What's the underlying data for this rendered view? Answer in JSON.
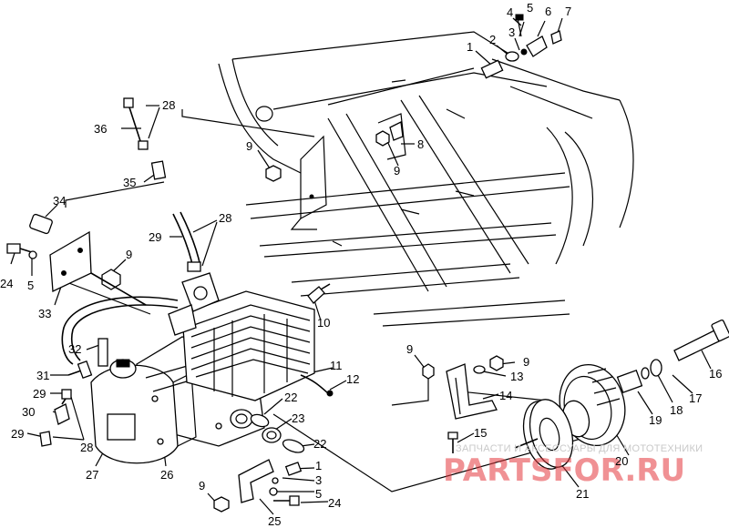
{
  "callouts": [
    {
      "id": "c-4a",
      "text": "4"
    },
    {
      "id": "c-5a",
      "text": "5"
    },
    {
      "id": "c-6",
      "text": "6"
    },
    {
      "id": "c-7",
      "text": "7"
    },
    {
      "id": "c-3a",
      "text": "3"
    },
    {
      "id": "c-2",
      "text": "2"
    },
    {
      "id": "c-1a",
      "text": "1"
    },
    {
      "id": "c-28a",
      "text": "28"
    },
    {
      "id": "c-36",
      "text": "36"
    },
    {
      "id": "c-35",
      "text": "35"
    },
    {
      "id": "c-9a",
      "text": "9"
    },
    {
      "id": "c-8",
      "text": "8"
    },
    {
      "id": "c-9b",
      "text": "9"
    },
    {
      "id": "c-34",
      "text": "34"
    },
    {
      "id": "c-28b",
      "text": "28"
    },
    {
      "id": "c-29a",
      "text": "29"
    },
    {
      "id": "c-9c",
      "text": "9"
    },
    {
      "id": "c-24a",
      "text": "24"
    },
    {
      "id": "c-5b",
      "text": "5"
    },
    {
      "id": "c-33",
      "text": "33"
    },
    {
      "id": "c-10",
      "text": "10"
    },
    {
      "id": "c-32",
      "text": "32"
    },
    {
      "id": "c-31",
      "text": "31"
    },
    {
      "id": "c-29b",
      "text": "29"
    },
    {
      "id": "c-30",
      "text": "30"
    },
    {
      "id": "c-29c",
      "text": "29"
    },
    {
      "id": "c-28c",
      "text": "28"
    },
    {
      "id": "c-11",
      "text": "11"
    },
    {
      "id": "c-12",
      "text": "12"
    },
    {
      "id": "c-22a",
      "text": "22"
    },
    {
      "id": "c-23",
      "text": "23"
    },
    {
      "id": "c-22b",
      "text": "22"
    },
    {
      "id": "c-27",
      "text": "27"
    },
    {
      "id": "c-26",
      "text": "26"
    },
    {
      "id": "c-1b",
      "text": "1"
    },
    {
      "id": "c-3b",
      "text": "3"
    },
    {
      "id": "c-9d",
      "text": "9"
    },
    {
      "id": "c-5c",
      "text": "5"
    },
    {
      "id": "c-24b",
      "text": "24"
    },
    {
      "id": "c-25",
      "text": "25"
    },
    {
      "id": "c-9e",
      "text": "9"
    },
    {
      "id": "c-9f",
      "text": "9"
    },
    {
      "id": "c-13",
      "text": "13"
    },
    {
      "id": "c-14",
      "text": "14"
    },
    {
      "id": "c-15",
      "text": "15"
    },
    {
      "id": "c-16",
      "text": "16"
    },
    {
      "id": "c-17",
      "text": "17"
    },
    {
      "id": "c-18",
      "text": "18"
    },
    {
      "id": "c-19",
      "text": "19"
    },
    {
      "id": "c-20",
      "text": "20"
    },
    {
      "id": "c-21",
      "text": "21"
    }
  ],
  "watermark": {
    "tagline": "ЗАПЧАСТИ И АКСЕССУАРЫ ДЛЯ МОТОТЕХНИКИ",
    "logo": "PARTSFOR.RU"
  }
}
